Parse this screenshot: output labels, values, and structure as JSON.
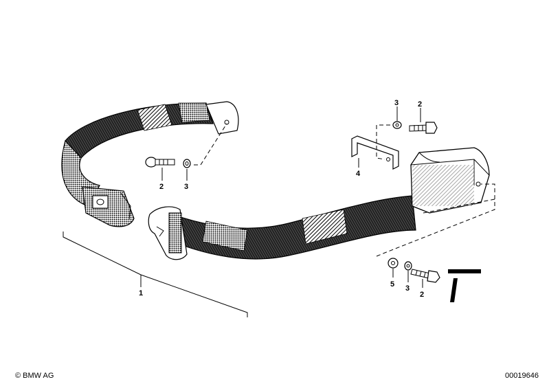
{
  "callouts": {
    "c1": "1",
    "c2a": "2",
    "c2b": "2",
    "c2c": "2",
    "c3a": "3",
    "c3b": "3",
    "c3c": "3",
    "c4": "4",
    "c5": "5"
  },
  "footer": {
    "copyright": "© BMW AG",
    "diagram_id": "00019646"
  },
  "colors": {
    "ink": "#000000",
    "paper": "#ffffff",
    "webbing_dark": "#2a2a2a",
    "webbing_mid": "#6a6a6a"
  },
  "icons": {
    "belt": "seat-belt-strap-icon",
    "buckle": "belt-buckle-icon",
    "tongue": "belt-tongue-icon",
    "bolt": "bolt-icon",
    "washer": "washer-icon",
    "bracket": "mounting-bracket-icon",
    "retractor": "retractor-housing-icon"
  }
}
